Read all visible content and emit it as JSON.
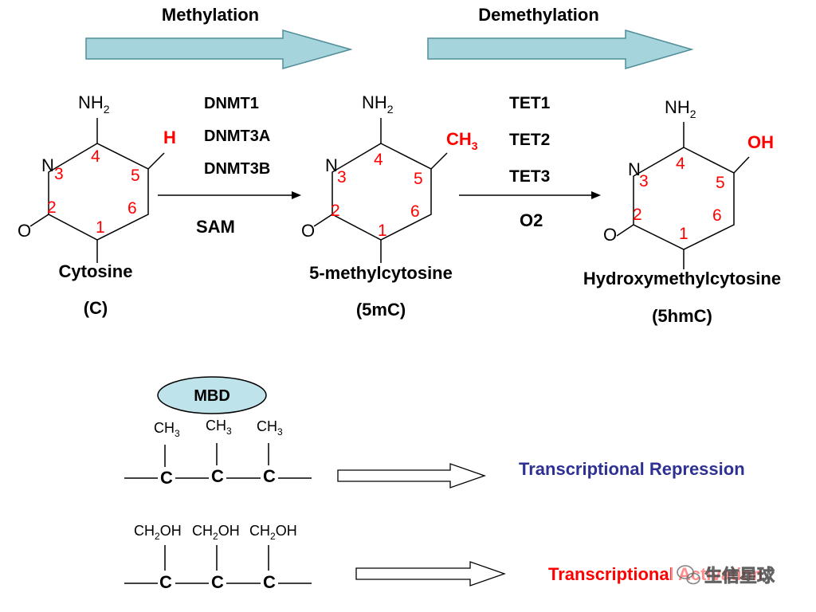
{
  "colors": {
    "arrow_fill": "#a6d4dc",
    "arrow_stroke": "#4f8d99",
    "ellipse_fill": "#bfe3ea",
    "ring_number": "#ff0000",
    "substituent_red": "#ff0000",
    "repression_text": "#2e3192",
    "activation_text": "#ff0000"
  },
  "process_labels": {
    "methylation": "Methylation",
    "demethylation": "Demethylation"
  },
  "molecules": [
    {
      "amine": "NH",
      "amine_sub": "2",
      "substituent": "H",
      "substituent_sub": "",
      "ring_n": "N",
      "ring_o": "O",
      "numbers": [
        "1",
        "2",
        "3",
        "4",
        "5",
        "6"
      ],
      "name": "Cytosine",
      "abbr": "(C)"
    },
    {
      "amine": "NH",
      "amine_sub": "2",
      "substituent": "CH",
      "substituent_sub": "3",
      "ring_n": "N",
      "ring_o": "O",
      "numbers": [
        "1",
        "2",
        "3",
        "4",
        "5",
        "6"
      ],
      "name": "5-methylcytosine",
      "abbr": "(5mC)"
    },
    {
      "amine": "NH",
      "amine_sub": "2",
      "substituent": "OH",
      "substituent_sub": "",
      "ring_n": "N",
      "ring_o": "O",
      "numbers": [
        "1",
        "2",
        "3",
        "4",
        "5",
        "6"
      ],
      "name": "Hydroxymethylcytosine",
      "abbr": "(5hmC)"
    }
  ],
  "enzymes_methylation": [
    "DNMT1",
    "DNMT3A",
    "DNMT3B"
  ],
  "cofactor_methylation": "SAM",
  "enzymes_demethylation": [
    "TET1",
    "TET2",
    "TET3"
  ],
  "cofactor_demethylation": "O2",
  "mbd_label": "MBD",
  "methyl_group": {
    "main": "CH",
    "sub": "3"
  },
  "hydroxymethyl_group": {
    "pre": "CH",
    "sub": "2",
    "post": "OH"
  },
  "carbon": "C",
  "repression_label": "Transcriptional Repression",
  "activation_label": "Transcriptional Activation",
  "watermark": "生信星球"
}
